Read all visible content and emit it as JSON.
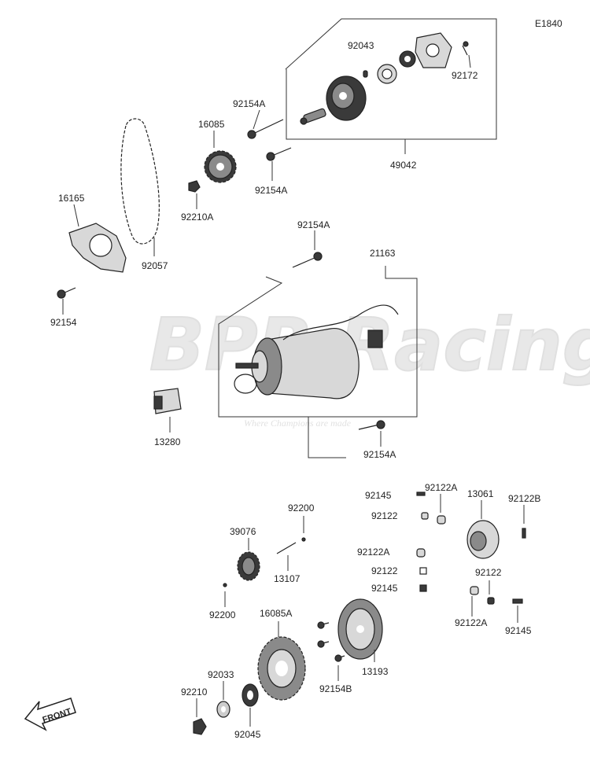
{
  "diagram_code": "E1840",
  "front_label": "FRONT",
  "watermark": {
    "logo": "BPR Racing",
    "slogan": "Where Champions are made"
  },
  "labels": {
    "p92043": "92043",
    "p92172": "92172",
    "p92154A_top": "92154A",
    "p16085": "16085",
    "p92154A_mid": "92154A",
    "p49042": "49042",
    "p92210A": "92210A",
    "p16165": "16165",
    "p92057": "92057",
    "p92154": "92154",
    "p92154A_motor": "92154A",
    "p21163": "21163",
    "p13280": "13280",
    "p92154A_bottom": "92154A",
    "p92200_top": "92200",
    "p39076": "39076",
    "p13107": "13107",
    "p92200_bot": "92200",
    "p16085A": "16085A",
    "p92033": "92033",
    "p92210": "92210",
    "p92045": "92045",
    "p13193": "13193",
    "p92154B": "92154B",
    "p92145_a": "92145",
    "p92122A_a": "92122A",
    "p92122_a": "92122",
    "p13061": "13061",
    "p92122B": "92122B",
    "p92122A_b": "92122A",
    "p92122_b": "92122",
    "p92145_b": "92145",
    "p92122_c": "92122",
    "p92122A_c": "92122A",
    "p92145_c": "92145"
  }
}
